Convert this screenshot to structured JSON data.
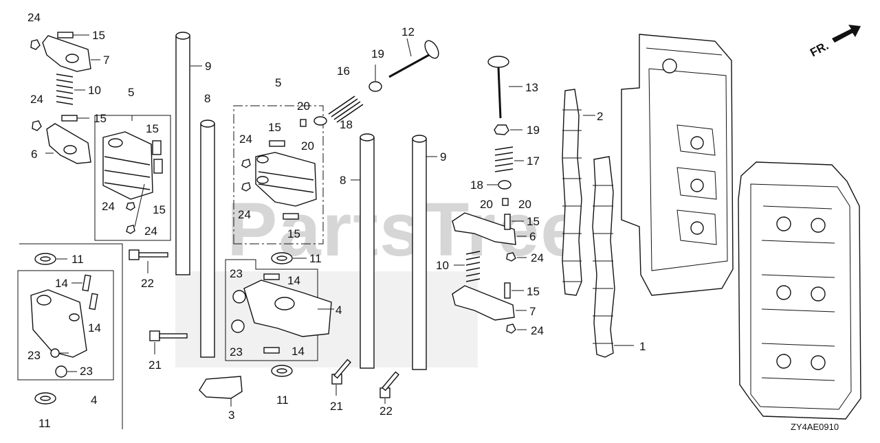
{
  "diagram": {
    "watermark": "PartsTree",
    "direction_marker": "FR.",
    "diagram_code": "ZY4AE0910",
    "callouts": {
      "n1": "1",
      "n2": "2",
      "n3": "3",
      "n4a": "4",
      "n4b": "4",
      "n5a": "5",
      "n5b": "5",
      "n6a": "6",
      "n6b": "6",
      "n7a": "7",
      "n7b": "7",
      "n8a": "8",
      "n8b": "8",
      "n9a": "9",
      "n9b": "9",
      "n10a": "10",
      "n10b": "10",
      "n11a": "11",
      "n11b": "11",
      "n11c": "11",
      "n11d": "11",
      "n12": "12",
      "n13": "13",
      "n14a": "14",
      "n14b": "14",
      "n14c": "14",
      "n14d": "14",
      "n15a": "15",
      "n15b": "15",
      "n15c": "15",
      "n15d": "15",
      "n15e": "15",
      "n15f": "15",
      "n15g": "15",
      "n15h": "15",
      "n16": "16",
      "n17": "17",
      "n18a": "18",
      "n18b": "18",
      "n19a": "19",
      "n19b": "19",
      "n20a": "20",
      "n20b": "20",
      "n20c": "20",
      "n20d": "20",
      "n21a": "21",
      "n21b": "21",
      "n22a": "22",
      "n22b": "22",
      "n23a": "23",
      "n23b": "23",
      "n23c": "23",
      "n23d": "23",
      "n24a": "24",
      "n24b": "24",
      "n24c": "24",
      "n24d": "24",
      "n24e": "24",
      "n24f": "24",
      "n24g": "24",
      "n24h": "24"
    }
  }
}
